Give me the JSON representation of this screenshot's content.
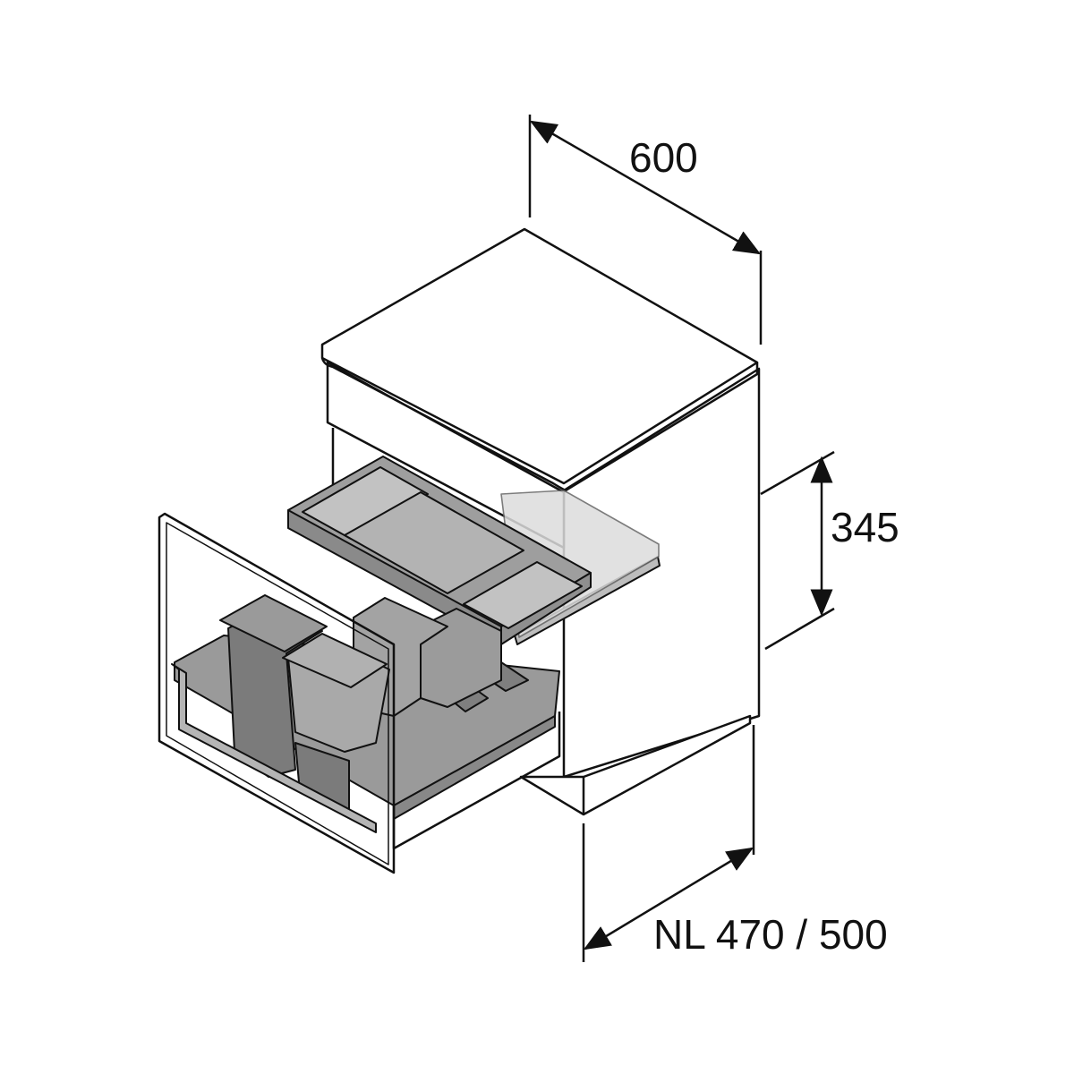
{
  "dimensions": {
    "width": "600",
    "height": "345",
    "depth": "NL 470 / 500"
  },
  "colors": {
    "line": "#111111",
    "cabinet": "#ffffff",
    "tray_dark": "#9a9a9a",
    "tray_mid": "#b8b8b8",
    "bin_dark": "#7d7d7d",
    "bin_light": "#a8a8a8",
    "glass": "#d9d9d9"
  }
}
